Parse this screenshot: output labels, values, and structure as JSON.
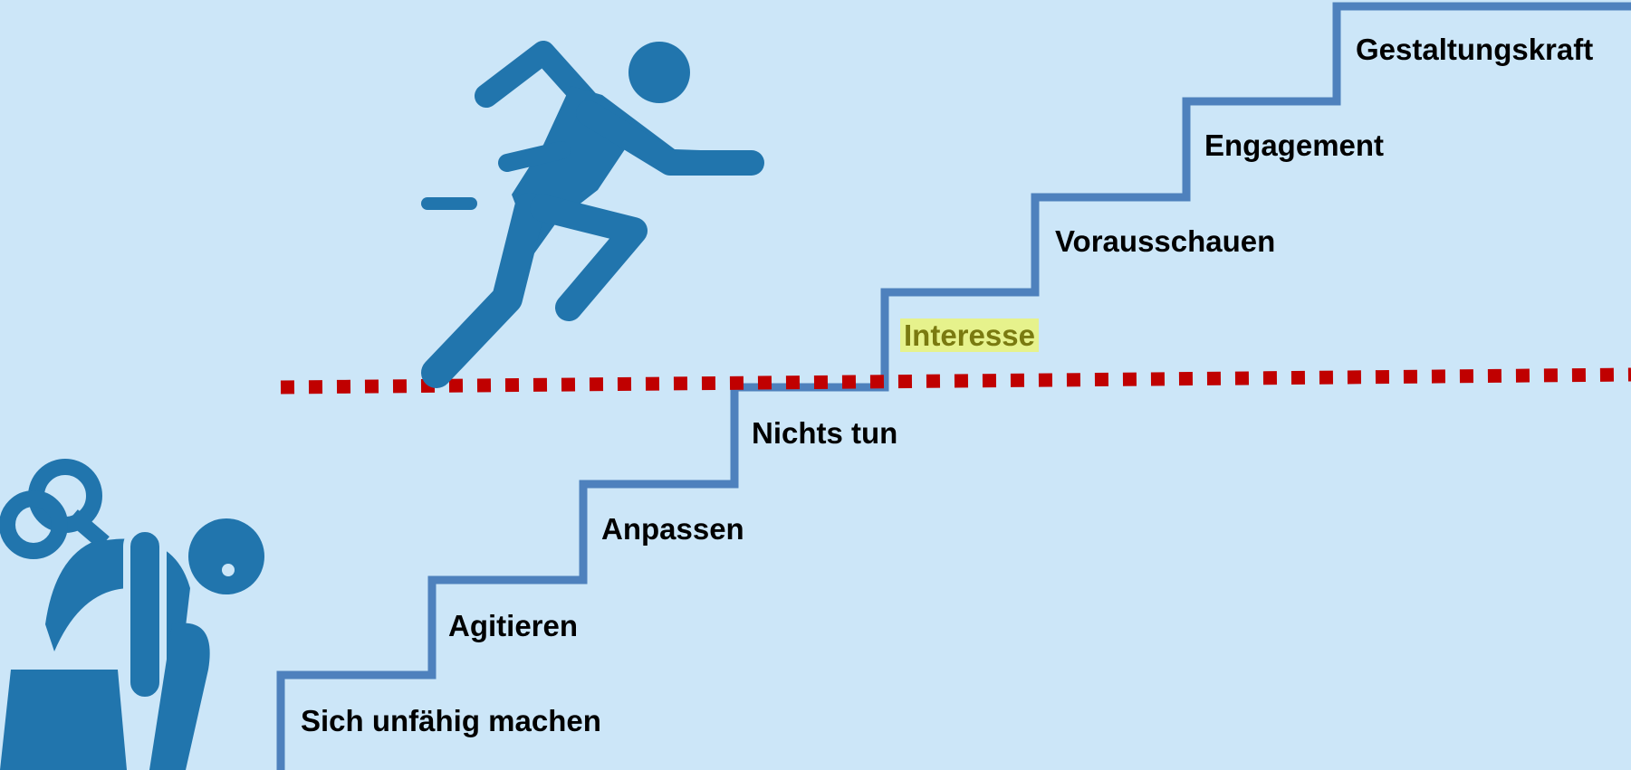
{
  "diagram": {
    "background_color": "#cce6f8",
    "stair_color": "#4e81bd",
    "icon_color": "#2175ad",
    "threshold_line_color": "#c00000",
    "highlight_color": "#e6f28c",
    "steps": [
      {
        "label": "Sich unfähig machen",
        "highlighted": false
      },
      {
        "label": "Agitieren",
        "highlighted": false
      },
      {
        "label": "Anpassen",
        "highlighted": false
      },
      {
        "label": "Nichts tun",
        "highlighted": false
      },
      {
        "label": "Interesse",
        "highlighted": true
      },
      {
        "label": "Vorausschauen",
        "highlighted": false
      },
      {
        "label": "Engagement",
        "highlighted": false
      },
      {
        "label": "Gestaltungskraft",
        "highlighted": false
      }
    ],
    "icons": {
      "top": "running-person-icon",
      "bottom": "wind-up-figure-icon"
    }
  }
}
